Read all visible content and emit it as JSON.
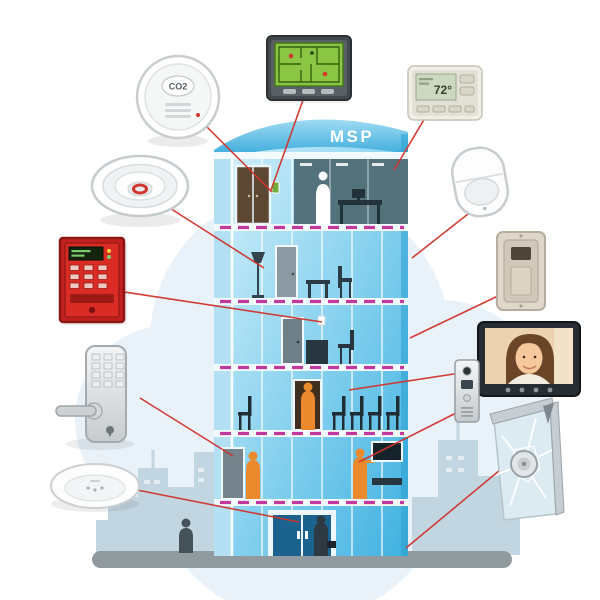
{
  "building": {
    "label": "MSP"
  },
  "devices": {
    "co2_detector": {
      "icon": "co2-detector-icon",
      "label": "CO2"
    },
    "floorplan_panel": {
      "icon": "floorplan-panel-icon"
    },
    "thermostat": {
      "icon": "thermostat-icon",
      "temperature": "72°"
    },
    "smoke_detector": {
      "icon": "smoke-detector-icon"
    },
    "fire_alarm_panel": {
      "icon": "fire-alarm-panel-icon"
    },
    "motion_sensor": {
      "icon": "motion-sensor-icon"
    },
    "wall_occupancy_sensor": {
      "icon": "wall-occupancy-sensor-icon"
    },
    "video_intercom": {
      "icon": "video-intercom-icon"
    },
    "door_station": {
      "icon": "door-station-icon"
    },
    "keypad_door_lock": {
      "icon": "keypad-door-lock-icon"
    },
    "ceiling_occupancy_sensor": {
      "icon": "ceiling-sensor-icon"
    },
    "glass_break_sensor": {
      "icon": "glass-break-sensor-icon"
    }
  },
  "colors": {
    "connector_red": "#d0342c",
    "building_glass_blue": "#45b3e0",
    "floor_stripe_magenta": "#c2399e",
    "fire_panel_red": "#c3211f",
    "panel_screen_green": "#8ac644",
    "skyline_blue": "#c2d6e2",
    "ground_gray": "#919a9e",
    "person_orange": "#ea8a2c"
  }
}
